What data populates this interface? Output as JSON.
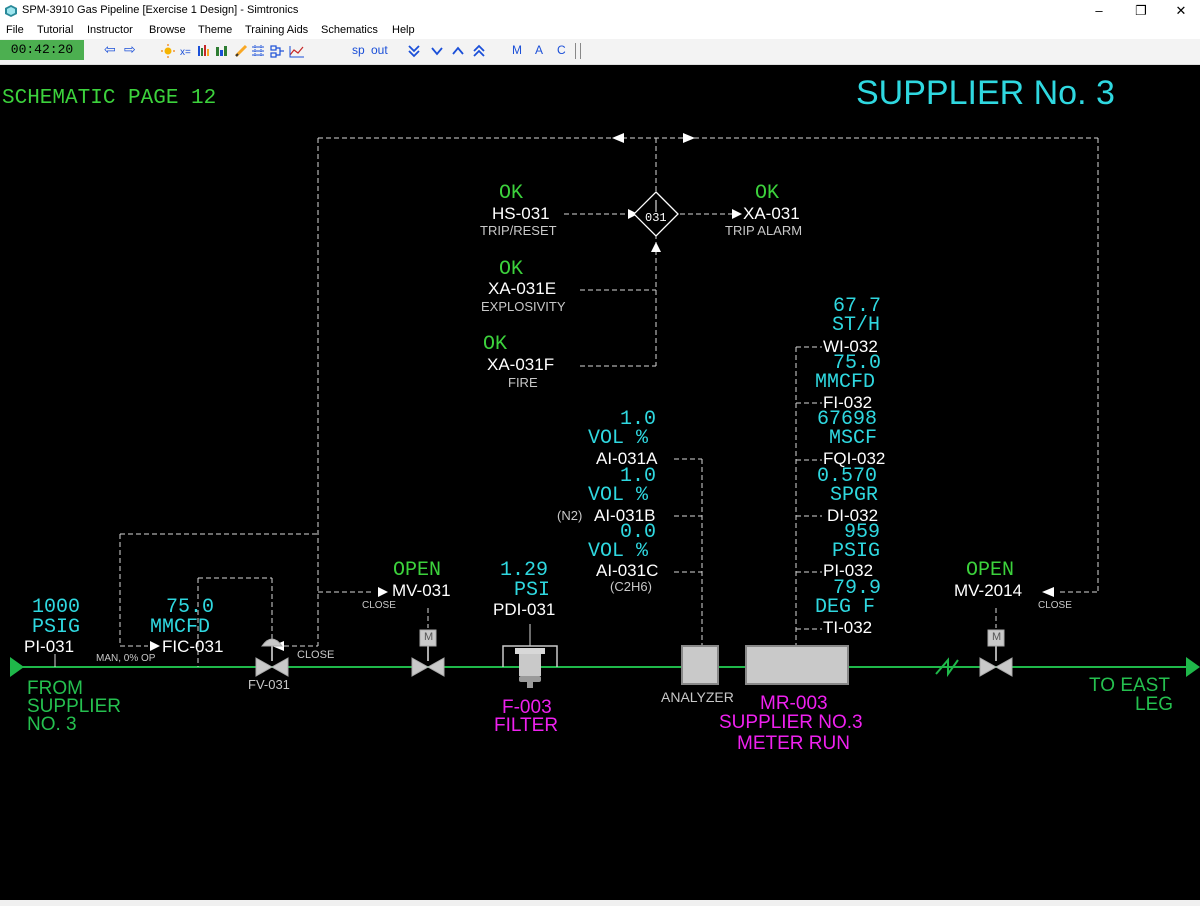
{
  "window": {
    "title": "SPM-3910 Gas Pipeline [Exercise 1 Design] - Simtronics",
    "minimize": "–",
    "restore": "❐",
    "close": "✕"
  },
  "menu": [
    "File",
    "Tutorial",
    "Instructor",
    "Browse",
    "Theme",
    "Training Aids",
    "Schematics",
    "Help"
  ],
  "toolbar": {
    "clock": "00:42:20",
    "back": "⇦",
    "forward": "⇨",
    "sp": "sp",
    "out": "out",
    "m": "M",
    "a": "A",
    "c": "C"
  },
  "page": {
    "schematic_page": "SCHEMATIC PAGE 12",
    "title": "SUPPLIER No. 3"
  },
  "interlock": {
    "id": "031",
    "hs": {
      "status": "OK",
      "tag": "HS-031",
      "desc": "TRIP/RESET"
    },
    "xa": {
      "status": "OK",
      "tag": "XA-031",
      "desc": "TRIP ALARM"
    },
    "xae": {
      "status": "OK",
      "tag": "XA-031E",
      "desc": "EXPLOSIVITY"
    },
    "xaf": {
      "status": "OK",
      "tag": "XA-031F",
      "desc": "FIRE"
    }
  },
  "pi031": {
    "value": "1000",
    "unit": "PSIG",
    "tag": "PI-031"
  },
  "fic031": {
    "value": "75.0",
    "unit": "MMCFD",
    "tag": "FIC-031",
    "mode": "MAN, 0% OP"
  },
  "fv031": {
    "tag": "FV-031",
    "close": "CLOSE"
  },
  "mv031": {
    "status": "OPEN",
    "tag": "MV-031",
    "close": "CLOSE",
    "motor": "M"
  },
  "pdi031": {
    "value": "1.29",
    "unit": "PSI",
    "tag": "PDI-031"
  },
  "filter": {
    "tag": "F-003",
    "name": "FILTER"
  },
  "analyzers": {
    "a": {
      "value": "1.0",
      "unit": "VOL %",
      "tag": "AI-031A"
    },
    "b": {
      "value": "1.0",
      "unit": "VOL %",
      "tag": "AI-031B",
      "prefix": "(N2)"
    },
    "c": {
      "value": "0.0",
      "unit": "VOL %",
      "tag": "AI-031C",
      "suffix": "(C2H6)"
    },
    "label": "ANALYZER"
  },
  "meter": {
    "wi": {
      "value": "67.7",
      "unit": "ST/H",
      "tag": "WI-032"
    },
    "fi": {
      "value": "75.0",
      "unit": "MMCFD",
      "tag": "FI-032"
    },
    "fqi": {
      "value": "67698",
      "unit": "MSCF",
      "tag": "FQI-032"
    },
    "di": {
      "value": "0.570",
      "unit": "SPGR",
      "tag": "DI-032"
    },
    "pi": {
      "value": "959",
      "unit": "PSIG",
      "tag": "PI-032"
    },
    "ti": {
      "value": "79.9",
      "unit": "DEG F",
      "tag": "TI-032"
    },
    "tag": "MR-003",
    "name1": "SUPPLIER NO.3",
    "name2": "METER RUN"
  },
  "mv2014": {
    "status": "OPEN",
    "tag": "MV-2014",
    "close": "CLOSE",
    "motor": "M"
  },
  "from": {
    "l1": "FROM",
    "l2": "SUPPLIER",
    "l3": "NO. 3"
  },
  "to": {
    "l1": "TO EAST",
    "l2": "LEG"
  },
  "colors": {
    "cyan": "#2fd8e0",
    "green": "#3cd23c",
    "pipe": "#1fb84a",
    "magenta": "#ef21ef",
    "white": "#ffffff",
    "clock": "#4caf50"
  }
}
